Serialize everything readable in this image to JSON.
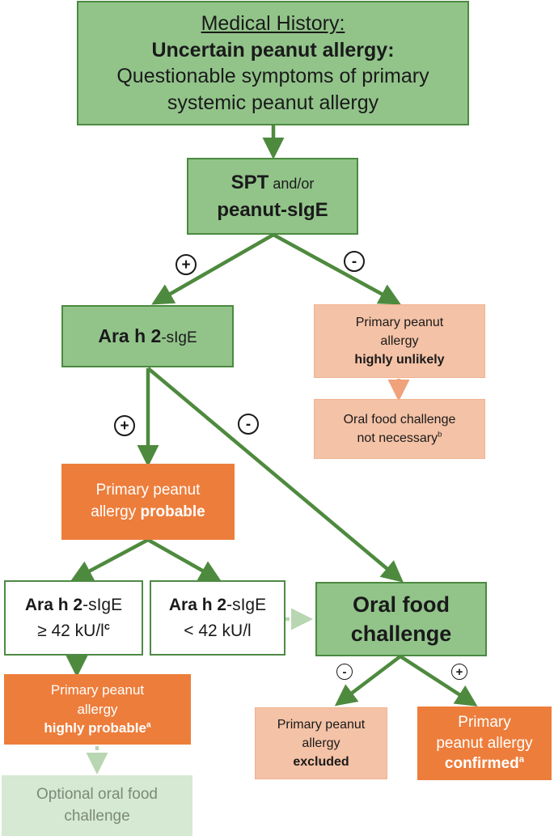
{
  "medical_history": {
    "heading": "Medical History:",
    "bold": "Uncertain peanut allergy:",
    "text1": "Questionable symptoms of primary",
    "text2": "systemic peanut allergy"
  },
  "spt": {
    "bold1": "SPT",
    "text": " and/or",
    "bold2": "peanut-sIgE"
  },
  "signs": {
    "plus": "+",
    "minus": "-"
  },
  "ara_h2": {
    "bold": "Ara h 2",
    "text": "-sIgE"
  },
  "unlikely": {
    "line1": "Primary peanut",
    "line2": "allergy",
    "line3": "highly unlikely"
  },
  "not_necessary": {
    "line1": "Oral food challenge",
    "line2": "not necessary",
    "sup": "b"
  },
  "probable": {
    "line1": "Primary peanut",
    "line2a": "allergy ",
    "line2b": "probable"
  },
  "high": {
    "bold": "Ara h 2",
    "text": "-sIgE",
    "line2": "≥ 42 kU/l",
    "sup": "c"
  },
  "low": {
    "bold": "Ara h 2",
    "text": "-sIgE",
    "line2": "< 42 kU/l"
  },
  "ofc": {
    "line1": "Oral food",
    "line2": "challenge"
  },
  "highly_probable": {
    "line1": "Primary peanut",
    "line2": "allergy",
    "line3": "highly probable",
    "sup": "a"
  },
  "optional": {
    "line1": "Optional oral food",
    "line2": "challenge"
  },
  "excluded": {
    "line1": "Primary peanut",
    "line2": "allergy",
    "line3": "excluded"
  },
  "confirmed": {
    "line1": "Primary",
    "line2": "peanut allergy",
    "line3": "confirmed",
    "sup": "a"
  },
  "colors": {
    "green_fill": "#92c48a",
    "green_stroke": "#4a8a3f",
    "orange": "#ed7d3b",
    "salmon": "#f4c2a6",
    "pale_green": "#d6e9d2"
  }
}
